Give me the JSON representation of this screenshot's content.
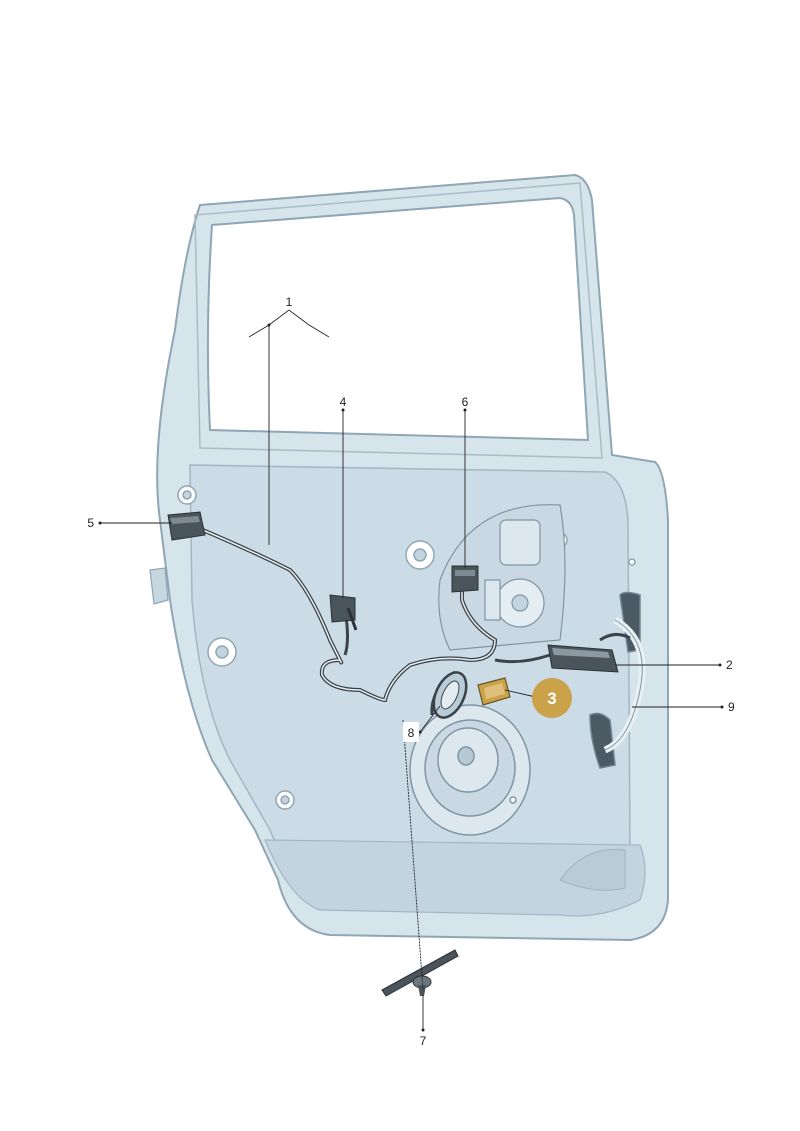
{
  "diagram": {
    "subject": "rear door wiring harness",
    "highlight_color": "#c9a24a",
    "door_fill": "#d6e4ec",
    "door_stroke": "#8fa6b4",
    "callouts": [
      {
        "id": "c1",
        "text": "1"
      },
      {
        "id": "c2",
        "text": "2"
      },
      {
        "id": "c3",
        "text": "3",
        "highlighted": true
      },
      {
        "id": "c4",
        "text": "4"
      },
      {
        "id": "c5",
        "text": "5"
      },
      {
        "id": "c6",
        "text": "6"
      },
      {
        "id": "c7",
        "text": "7"
      },
      {
        "id": "c8",
        "text": "8",
        "boxed": true
      },
      {
        "id": "c9",
        "text": "9"
      }
    ]
  }
}
